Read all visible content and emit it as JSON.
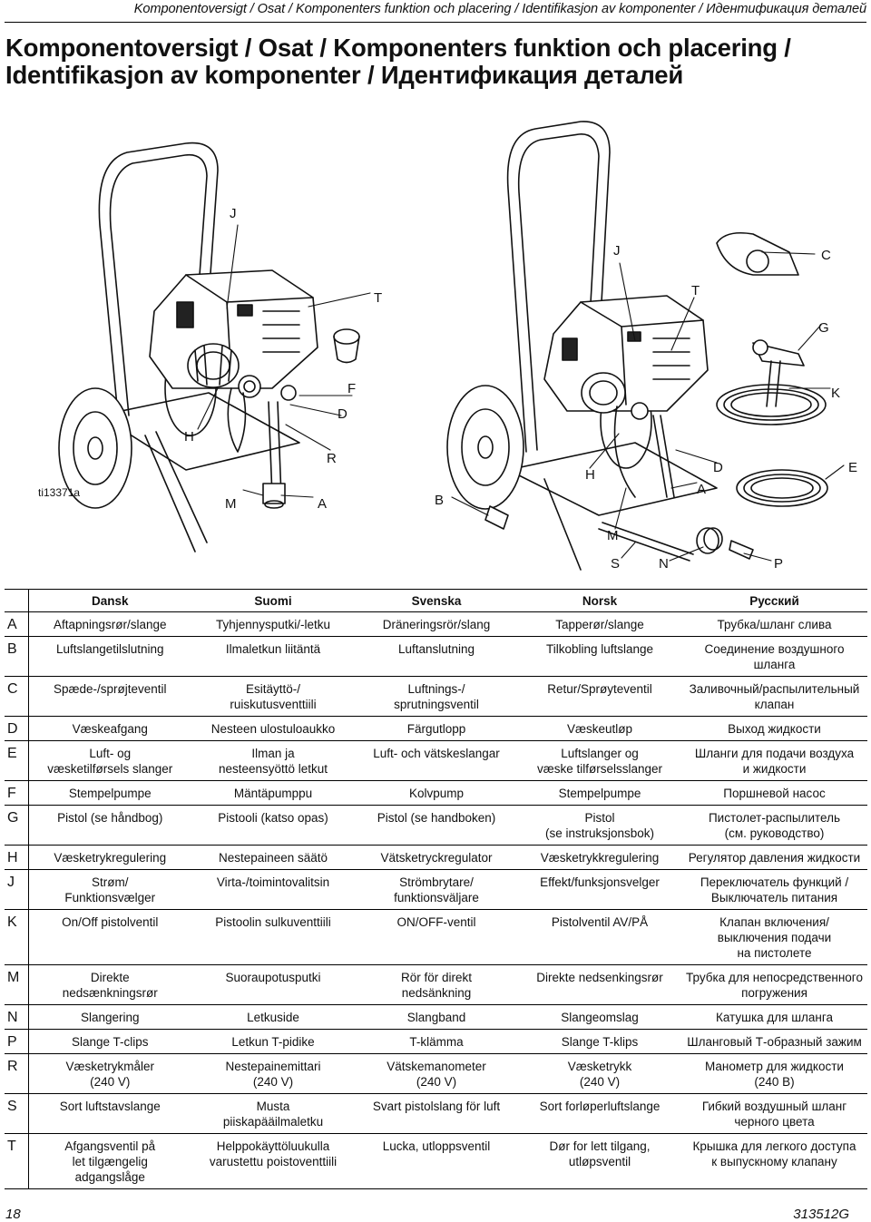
{
  "header": {
    "running_title": "Komponentoversigt / Osat / Komponenters funktion och placering / Identifikasjon av komponenter / Идентификация деталей",
    "title_line1": "Komponentoversigt / Osat / Komponenters funktion och placering /",
    "title_line2": "Identifikasjon av komponenter / Идентификация деталей"
  },
  "figure": {
    "id": "ti13371a",
    "callouts": {
      "j1": "J",
      "t1": "T",
      "h1": "H",
      "f1": "F",
      "d1": "D",
      "r1": "R",
      "m1": "M",
      "a1": "A",
      "j2": "J",
      "c2": "C",
      "t2": "T",
      "g2": "G",
      "k2": "K",
      "b2": "B",
      "h2": "H",
      "d2": "D",
      "e2": "E",
      "a2": "A",
      "m2": "M",
      "s2": "S",
      "n2": "N",
      "p2": "P"
    }
  },
  "table": {
    "columns": [
      "",
      "Dansk",
      "Suomi",
      "Svenska",
      "Norsk",
      "Русский"
    ],
    "rows": [
      {
        "key": "A",
        "cells": [
          "Aftapningsrør/slange",
          "Tyhjennysputki/-letku",
          "Dräneringsrör/slang",
          "Tapperør/slange",
          "Трубка/шланг слива"
        ]
      },
      {
        "key": "B",
        "cells": [
          "Luftslangetilslutning",
          "Ilmaletkun liitäntä",
          "Luftanslutning",
          "Tilkobling luftslange",
          "Соединение воздушного\nшланга"
        ]
      },
      {
        "key": "C",
        "cells": [
          "Spæde-/sprøjteventil",
          "Esitäyttö-/\nruiskutusventtiili",
          "Luftnings-/\nsprutningsventil",
          "Retur/Sprøyteventil",
          "Заливочный/распылительный\nклапан"
        ]
      },
      {
        "key": "D",
        "cells": [
          "Væskeafgang",
          "Nesteen ulostuloaukko",
          "Färgutlopp",
          "Væskeutløp",
          "Выход жидкости"
        ]
      },
      {
        "key": "E",
        "cells": [
          "Luft- og\nvæsketilførsels slanger",
          "Ilman ja\nnesteensyöttö letkut",
          "Luft- och vätskeslangar",
          "Luftslanger og\nvæske tilførselsslanger",
          "Шланги для подачи воздуха\nи жидкости"
        ]
      },
      {
        "key": "F",
        "cells": [
          "Stempelpumpe",
          "Mäntäpumppu",
          "Kolvpump",
          "Stempelpumpe",
          "Поршневой насос"
        ]
      },
      {
        "key": "G",
        "cells": [
          "Pistol (se håndbog)",
          "Pistooli (katso opas)",
          "Pistol (se handboken)",
          "Pistol\n(se instruksjonsbok)",
          "Пистолет-распылитель\n(см. руководство)"
        ]
      },
      {
        "key": "H",
        "cells": [
          "Væsketrykregulering",
          "Nestepaineen säätö",
          "Vätsketryckregulator",
          "Væsketrykkregulering",
          "Регулятор давления жидкости"
        ]
      },
      {
        "key": "J",
        "cells": [
          "Strøm/\nFunktionsvælger",
          "Virta-/toimintovalitsin",
          "Strömbrytare/\nfunktionsväljare",
          "Effekt/funksjonsvelger",
          "Переключатель функций /\nВыключатель питания"
        ]
      },
      {
        "key": "K",
        "cells": [
          "On/Off pistolventil",
          "Pistoolin sulkuventtiili",
          "ON/OFF-ventil",
          "Pistolventil AV/PÅ",
          "Клапан включения/\nвыключения подачи\nна пистолете"
        ]
      },
      {
        "key": "M",
        "cells": [
          "Direkte\nnedsænkningsrør",
          "Suoraupotusputki",
          "Rör för direkt\nnedsänkning",
          "Direkte nedsenkingsrør",
          "Трубка для непосредственного\nпогружения"
        ]
      },
      {
        "key": "N",
        "cells": [
          "Slangering",
          "Letkuside",
          "Slangband",
          "Slangeomslag",
          "Катушка для шланга"
        ]
      },
      {
        "key": "P",
        "cells": [
          "Slange T-clips",
          "Letkun T-pidike",
          "T-klämma",
          "Slange T-klips",
          "Шланговый Т-образный зажим"
        ]
      },
      {
        "key": "R",
        "cells": [
          "Væsketrykmåler\n(240 V)",
          "Nestepainemittari\n(240 V)",
          "Vätskemanometer\n(240 V)",
          "Væsketrykk\n(240 V)",
          "Манометр для жидкости\n(240 В)"
        ]
      },
      {
        "key": "S",
        "cells": [
          "Sort luftstavslange",
          "Musta\npiiskapääilmaletku",
          "Svart pistolslang för luft",
          "Sort forløperluftslange",
          "Гибкий воздушный шланг\nчерного цвета"
        ]
      },
      {
        "key": "T",
        "cells": [
          "Afgangsventil på\nlet tilgængelig\nadgangslåge",
          "Helppokäyttöluukulla\nvarustettu poistoventtiili",
          "Lucka, utloppsventil",
          "Dør for lett tilgang,\nutløpsventil",
          "Крышка для легкого доступа\nк выпускному клапану"
        ]
      }
    ]
  },
  "footer": {
    "page_number": "18",
    "doc_number": "313512G"
  }
}
